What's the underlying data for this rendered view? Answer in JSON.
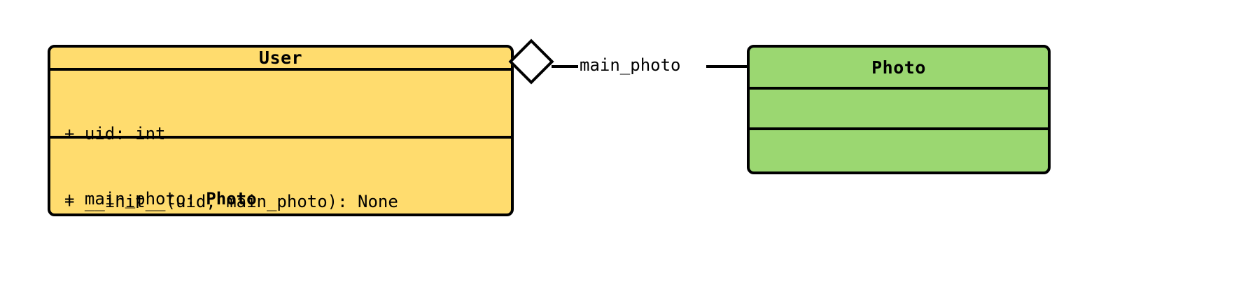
{
  "diagram": {
    "type": "uml-class-diagram",
    "background": "#ffffff"
  },
  "classes": [
    {
      "id": "user",
      "name": "User",
      "fill": "#ffdc6e",
      "border": "#000000",
      "attributes": [
        {
          "text": "+ uid: int",
          "visibility": "+",
          "name": "uid",
          "type": "int"
        },
        {
          "text": "+ main_photo: ",
          "visibility": "+",
          "name": "main_photo",
          "type": "Photo"
        }
      ],
      "methods": [
        {
          "text": "+ __init__(uid, main_photo): None",
          "visibility": "+",
          "name": "__init__",
          "params": "uid, main_photo",
          "returns": "None"
        }
      ]
    },
    {
      "id": "photo",
      "name": "Photo",
      "fill": "#9bd771",
      "border": "#000000",
      "attributes": [],
      "methods": []
    }
  ],
  "relationship": {
    "kind": "aggregation",
    "label": "main_photo",
    "source": "User",
    "target": "Photo",
    "diamond": "hollow"
  }
}
